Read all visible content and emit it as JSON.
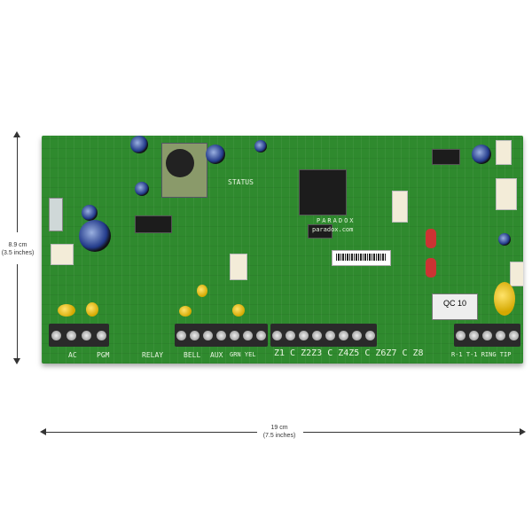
{
  "dimensions": {
    "height": {
      "metric": "8.9 cm",
      "imperial": "(3.5 inches)"
    },
    "width": {
      "metric": "19 cm",
      "imperial": "(7.5 inches)"
    }
  },
  "board": {
    "brand": "PARADOX",
    "website": "paradox.com",
    "sticker": "QC 10",
    "silkscreen": {
      "ac": "AC",
      "pgm": "PGM",
      "relay": "RELAY",
      "bell": "BELL",
      "aux": "AUX",
      "grn_yel": "GRN YEL",
      "zones": "Z1 C Z2Z3 C Z4Z5 C Z6Z7 C Z8",
      "phone": "R-1 T-1 RING TIP",
      "status": "STATUS"
    }
  }
}
